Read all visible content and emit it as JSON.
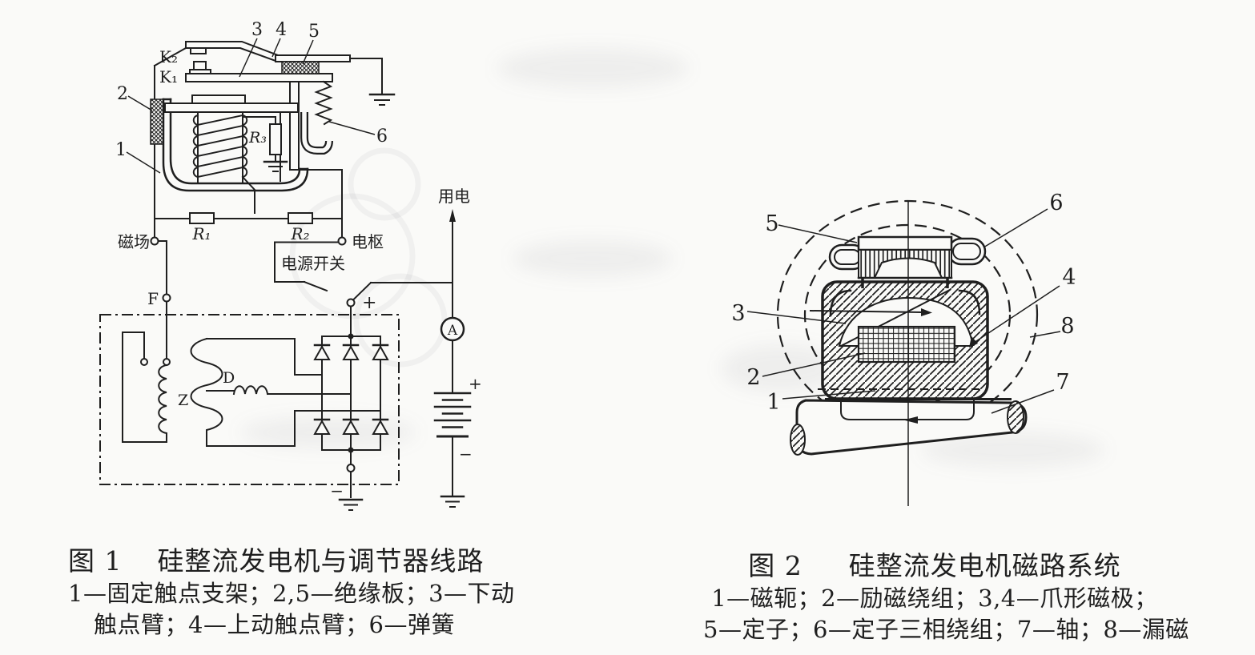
{
  "page": {
    "background": "#fafaf8",
    "ink": "#1f1f1f"
  },
  "fig1": {
    "labels": {
      "k2": "K₂",
      "k1": "K₁",
      "n1": "1",
      "n2": "2",
      "n3": "3",
      "n4": "4",
      "n5": "5",
      "n6": "6",
      "r1": "R₁",
      "r2": "R₂",
      "r3": "R₃",
      "field_terminal": "磁场",
      "armature_terminal": "电枢",
      "power_switch": "电源开关",
      "f_terminal": "F",
      "switch_plus": "+",
      "load": "用电",
      "ammeter": "A",
      "field_winding": "Z",
      "stator_winding": "D",
      "battery_plus": "+",
      "battery_minus": "−",
      "output_minus": "−"
    },
    "caption": {
      "fig": "图 1",
      "title": "硅整流发电机与调节器线路",
      "line2": "1—固定触点支架；2,5—绝缘板；3—下动",
      "line3": "触点臂；4—上动触点臂；6—弹簧"
    }
  },
  "fig2": {
    "labels": {
      "n1": "1",
      "n2": "2",
      "n3": "3",
      "n4": "4",
      "n5": "5",
      "n6": "6",
      "n7": "7",
      "n8": "8"
    },
    "caption": {
      "fig": "图 2",
      "title": "硅整流发电机磁路系统",
      "line2": "1—磁轭；2—励磁绕组；3,4—爪形磁极；",
      "line3": "5—定子；6—定子三相绕组；7—轴；8—漏磁"
    }
  }
}
